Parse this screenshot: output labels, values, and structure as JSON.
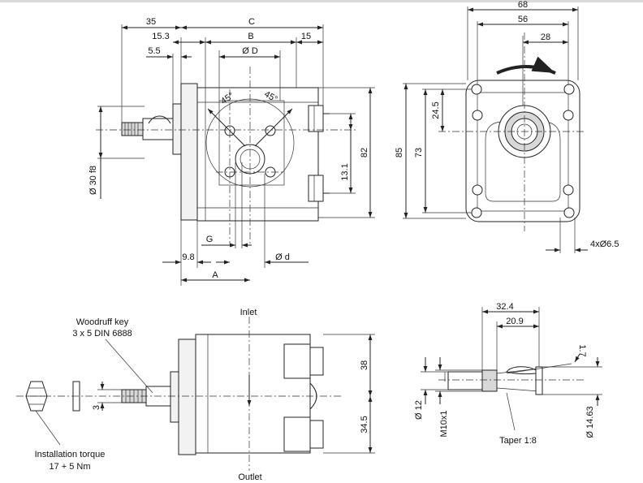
{
  "dimensions": {
    "d35": "35",
    "dC": "C",
    "d15_3": "15.3",
    "dB": "B",
    "d15": "15",
    "d5_5": "5.5",
    "dOD": "Ø D",
    "a45_left": "45°",
    "a45_right": "45°",
    "d30f8": "Ø 30 f8",
    "d13_1": "13.1",
    "d82": "82",
    "dG": "G",
    "d9_8": "9.8",
    "dOd": "Ø d",
    "dA": "A",
    "d68": "68",
    "d56": "56",
    "d28": "28",
    "d24_5": "24.5",
    "d85": "85",
    "d73": "73",
    "d4x6_5": "4xØ6.5",
    "d38": "38",
    "d34_5": "34.5",
    "d3": "3",
    "d32_4": "32.4",
    "d20_9": "20.9",
    "d1_7": "1.7",
    "dO12": "Ø 12",
    "dM10x1": "M10x1",
    "dO14_63": "Ø 14.63"
  },
  "labels": {
    "inlet": "Inlet",
    "outlet": "Outlet",
    "woodruff_line1": "Woodruff key",
    "woodruff_line2": "3 x 5 DIN 6888",
    "torque_line1": "Installation torque",
    "torque_line2": "17 + 5 Nm",
    "taper": "Taper 1:8"
  }
}
